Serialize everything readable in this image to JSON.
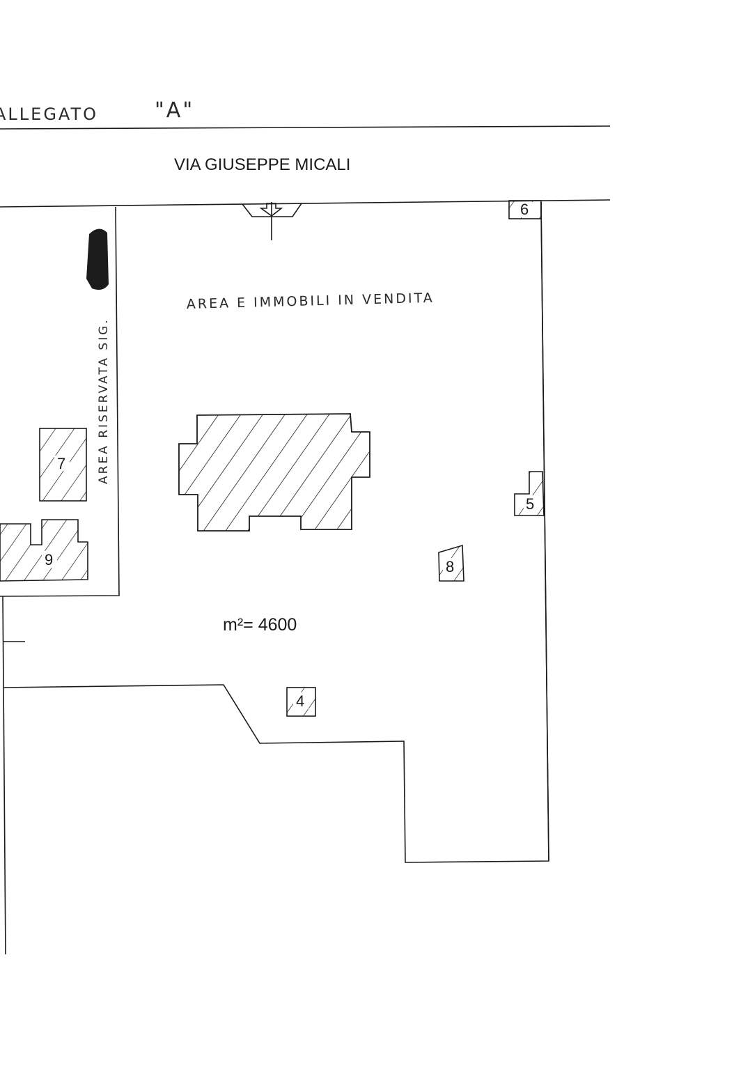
{
  "document": {
    "attachment_word": "ALLEGATO",
    "attachment_letter": "\"A\"",
    "street_name": "VIA GIUSEPPE MICALI",
    "main_area_label": "AREA E IMMOBILI IN VENDITA",
    "reserved_area_label": "AREA RISERVATA SIG.",
    "surface_area": "m²= 4600"
  },
  "parcels": [
    {
      "id": "4",
      "label": "4"
    },
    {
      "id": "5",
      "label": "5"
    },
    {
      "id": "6",
      "label": "6"
    },
    {
      "id": "7",
      "label": "7"
    },
    {
      "id": "8",
      "label": "8"
    },
    {
      "id": "9",
      "label": "9"
    }
  ],
  "colors": {
    "ink": "#1a1a1a",
    "paper": "#ffffff",
    "redaction": "#1c1c1c"
  }
}
